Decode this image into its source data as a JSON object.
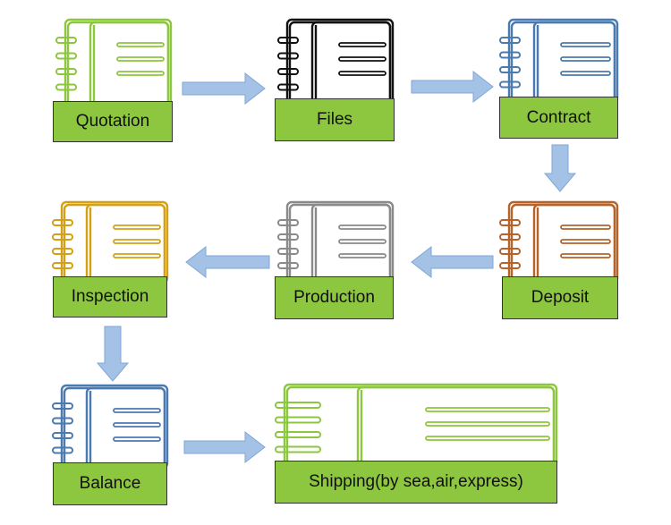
{
  "diagram": {
    "steps": [
      {
        "id": "quotation",
        "label": "Quotation",
        "color": "#8dc63f"
      },
      {
        "id": "files",
        "label": "Files",
        "color": "#111111"
      },
      {
        "id": "contract",
        "label": "Contract",
        "color": "#4a7ab0"
      },
      {
        "id": "deposit",
        "label": "Deposit",
        "color": "#b5632a"
      },
      {
        "id": "production",
        "label": "Production",
        "color": "#8a8a8a"
      },
      {
        "id": "inspection",
        "label": "Inspection",
        "color": "#d4a017"
      },
      {
        "id": "balance",
        "label": "Balance",
        "color": "#4a7ab0"
      },
      {
        "id": "shipping",
        "label": "Shipping(by sea,air,express)",
        "color": "#8dc63f"
      }
    ],
    "label_fill": "#8dc63f",
    "arrow_fill": "#a4c2e6",
    "arrow_stroke": "#7fa6d6"
  }
}
